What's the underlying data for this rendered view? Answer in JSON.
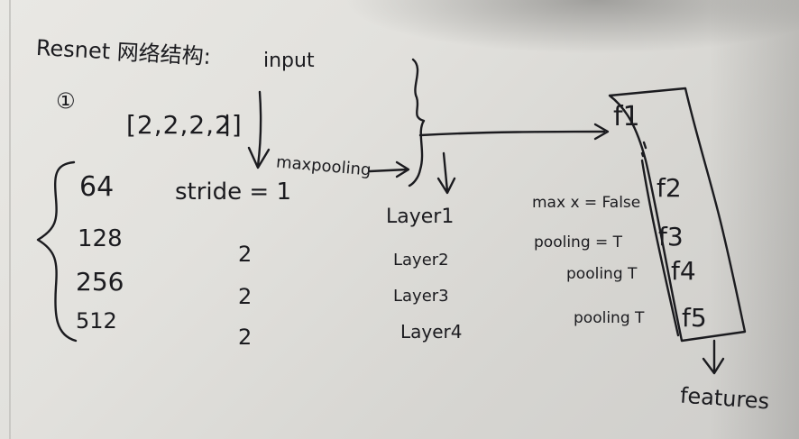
{
  "note": {
    "title": "Resnet 网络结构:",
    "input_label": "input",
    "item_marker": "①",
    "layer_counts": "[2,2,2,2]",
    "channels": [
      "64",
      "128",
      "256",
      "512"
    ],
    "stride_label": "stride = 1",
    "strides": [
      "2",
      "2",
      "2"
    ],
    "maxpooling_label": "maxpooling",
    "layers": [
      "Layer1",
      "Layer2",
      "Layer3",
      "Layer4"
    ],
    "pool_flags": [
      "max x = False",
      "pooling = T",
      "pooling T",
      "pooling T"
    ],
    "features_f": [
      "f1",
      "f2",
      "f3",
      "f4",
      "f5"
    ],
    "features_label": "features"
  },
  "colors": {
    "ink": "#1b1b1f",
    "paper": "#e3e2de"
  }
}
